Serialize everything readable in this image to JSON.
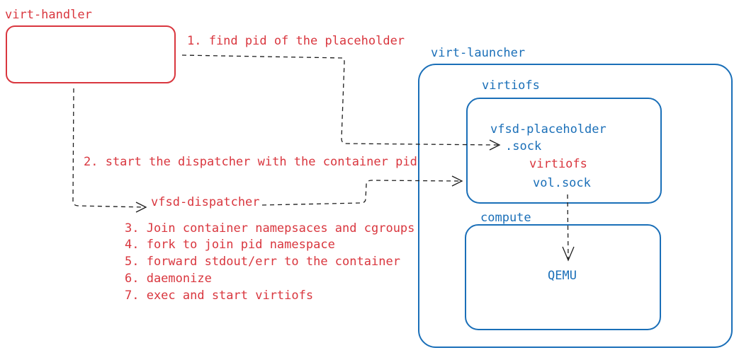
{
  "labels": {
    "virt_handler": "virt-handler",
    "virt_launcher": "virt-launcher",
    "virtiofs_container": "virtiofs",
    "vfsd_placeholder": "vfsd-placeholder",
    "sock": ".sock",
    "virtiofs_process": "virtiofs",
    "vol_sock": "vol.sock",
    "compute": "compute",
    "qemu": "QEMU",
    "vfsd_dispatcher": "vfsd-dispatcher"
  },
  "steps": {
    "step1": "1. find pid of the placeholder",
    "step2": "2. start the dispatcher with the container pid",
    "substeps": [
      "3. Join container namepsaces and cgroups",
      "4. fork to join pid namespace",
      "5. forward stdout/err to the container",
      "6. daemonize",
      "7. exec and start virtiofs"
    ]
  },
  "colors": {
    "red": "#d9363e",
    "blue": "#1a6fb8",
    "arrow": "#1e1e1e"
  }
}
